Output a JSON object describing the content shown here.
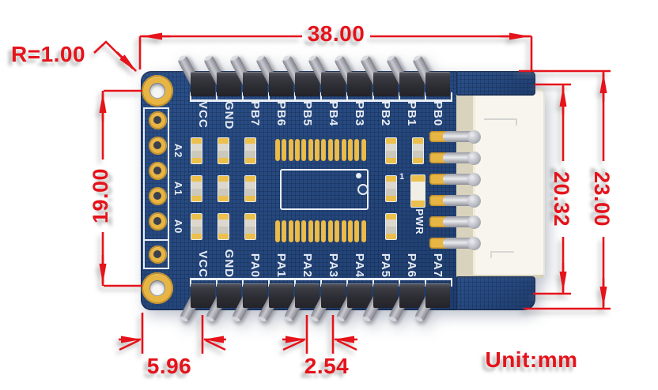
{
  "drawing": {
    "unit_note": "Unit:mm",
    "dimensions": {
      "board_width_mm": "38.00",
      "corner_radius": "R=1.00",
      "mount_hole_spacing_mm": "19.00",
      "header_span_mm": "20.32",
      "board_height_mm": "23.00",
      "edge_to_first_pin_mm": "5.96",
      "pin_pitch_mm": "2.54"
    },
    "colors": {
      "dimension_red": "#e5131b",
      "board_blue": "#25477c",
      "pad_gold": "#e7b544",
      "silk_white": "#e9eef5",
      "connector_cream": "#f7f5ee"
    }
  },
  "board": {
    "top_row_labels": [
      "VCC",
      "GND",
      "PB7",
      "PB6",
      "PB5",
      "PB4",
      "PB3",
      "PB2",
      "PB1",
      "PB0"
    ],
    "bottom_row_labels": [
      "VCC",
      "GND",
      "PA0",
      "PA1",
      "PA2",
      "PA3",
      "PA4",
      "PA5",
      "PA6",
      "PA7"
    ],
    "analog_labels": [
      "A2",
      "A1",
      "A0"
    ],
    "power_led_label": "PWR",
    "power_led_pin1": "1"
  }
}
